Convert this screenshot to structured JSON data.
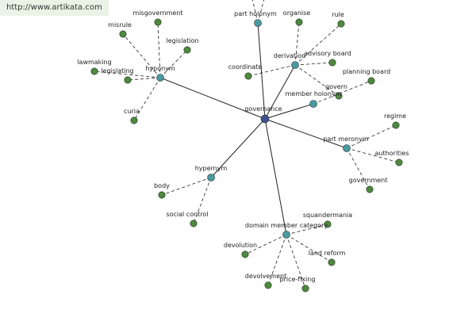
{
  "watermark": {
    "text": "http://www.artikata.com"
  },
  "colors": {
    "center": "#3f4f8f",
    "relation": "#4a9aa2",
    "leaf": "#4e8a3e",
    "edge": "#222222",
    "background": "#ffffff"
  },
  "center": {
    "label": "governance"
  },
  "relations": [
    {
      "label": "part holonym",
      "leaves": []
    },
    {
      "label": "derivation",
      "leaves": [
        "organise",
        "rule",
        "advisory board",
        "coordinate",
        "govern"
      ]
    },
    {
      "label": "hyponym",
      "leaves": [
        "misgovernment",
        "misrule",
        "legislation",
        "lawmaking",
        "legislating",
        "curia"
      ]
    },
    {
      "label": "member holonym",
      "leaves": [
        "planning board"
      ]
    },
    {
      "label": "part meronym",
      "leaves": [
        "regime",
        "authorities",
        "government"
      ]
    },
    {
      "label": "hypernym",
      "leaves": [
        "body",
        "social control"
      ]
    },
    {
      "label": "domain member category",
      "leaves": [
        "squandermania",
        "devolution",
        "land reform",
        "devolvement",
        "price-fixing"
      ]
    }
  ]
}
